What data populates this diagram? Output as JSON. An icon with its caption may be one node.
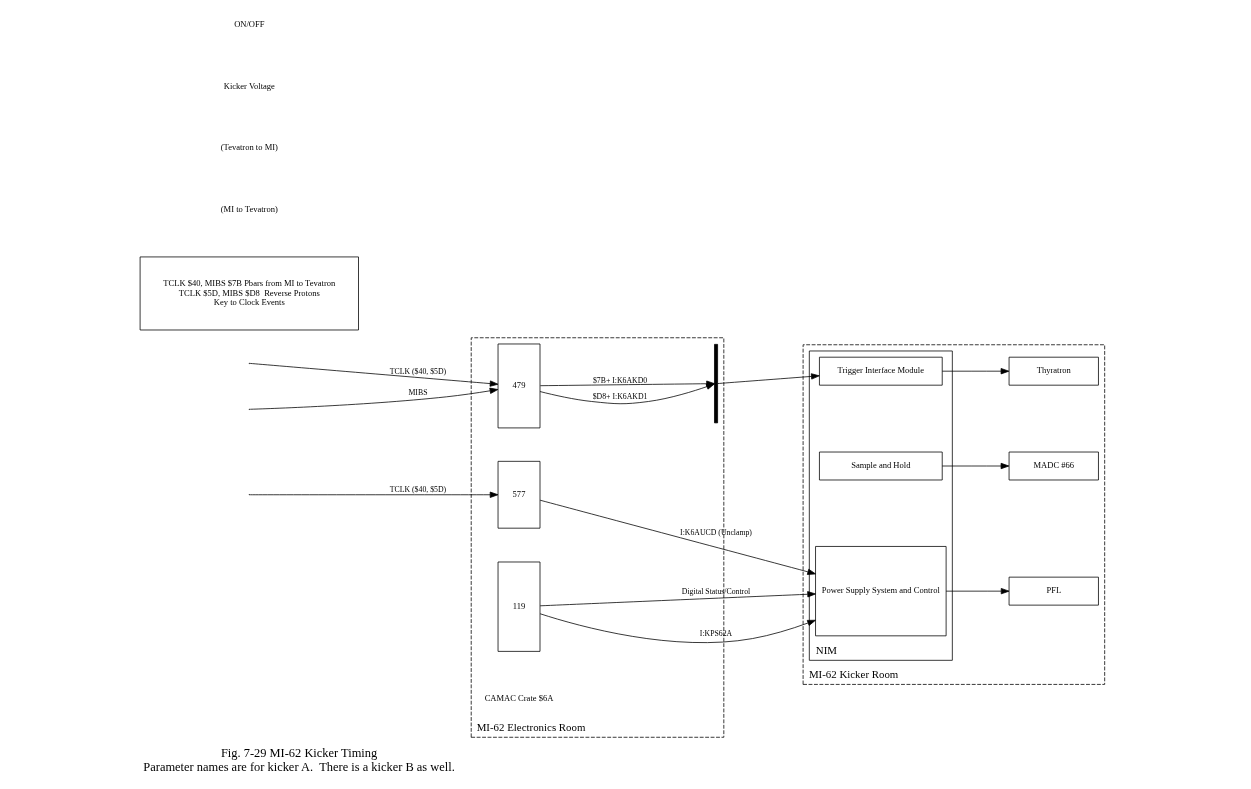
{
  "diagram": {
    "title": "Fig. 7-29 MI-62 Kicker Timing",
    "caption": "Parameter names are for kicker A.  There is a kicker B as well.",
    "nodes": [
      {
        "text": [
          "MI-62 Electronics Room"
        ]
      },
      {
        "text": [
          "479"
        ],
        "in": 0
      },
      {
        "text": [
          "577"
        ],
        "in": 0
      },
      {
        "text": [
          "119"
        ],
        "in": 0
      },
      {
        "text": [],
        "shape": "bar",
        "in": 0
      },
      {
        "text": [
          "MI-62 Kicker Room"
        ]
      },
      {
        "text": [
          "NIM"
        ],
        "in": 5
      },
      {
        "text": [
          "Trigger Interface Module"
        ],
        "in": 6
      },
      {
        "text": [
          "Sample and Hold"
        ],
        "in": 6
      },
      {
        "text": [
          "Power Supply System and Control"
        ],
        "in": 6
      },
      {
        "text": [
          "Thyratron"
        ],
        "in": 5
      },
      {
        "text": [
          "MADC #66"
        ],
        "in": 5
      },
      {
        "text": [
          "PFL"
        ],
        "in": 5
      },
      {
        "text": [
          "TCLK $40, MIBS $7B Pbars from MI to Tevatron",
          "TCLK $5D, MIBS $D8  Reverse Protons",
          "Key to Clock Events"
        ]
      }
    ],
    "edges": [
      {
        "from": null,
        "to": 1,
        "arrow": "to",
        "label": "TCLK ($40, $5D)"
      },
      {
        "from": null,
        "to": 1,
        "arrow": "to",
        "label": "MIBS"
      },
      {
        "from": 1,
        "to": 4,
        "arrow": "to",
        "label": "$7B+ I:K6AKD0"
      },
      {
        "from": 1,
        "to": 4,
        "arrow": "to",
        "label": "$D8+ I:K6AKD1"
      },
      {
        "from": 4,
        "to": 7,
        "arrow": "to"
      },
      {
        "from": null,
        "to": 2,
        "arrow": "to",
        "label": "TCLK ($40, $5D)"
      },
      {
        "from": 2,
        "to": 9,
        "arrow": "to",
        "label": "I:K6AUCD (Unclamp)"
      },
      {
        "from": 3,
        "to": 9,
        "arrow": "to",
        "label": "I:KPS62A"
      },
      {
        "from": 3,
        "to": 9,
        "arrow": "to",
        "label": "Digital Status/Control"
      },
      {
        "from": 7,
        "to": 10,
        "arrow": "to"
      },
      {
        "from": 8,
        "to": 11,
        "arrow": "to"
      },
      {
        "from": 9,
        "to": 12,
        "arrow": "to"
      }
    ],
    "labels": [
      "(MI to Tevatron)",
      "(Tevatron to MI)",
      "Kicker Voltage",
      "ON/OFF",
      "CAMAC Crate $6A"
    ]
  }
}
